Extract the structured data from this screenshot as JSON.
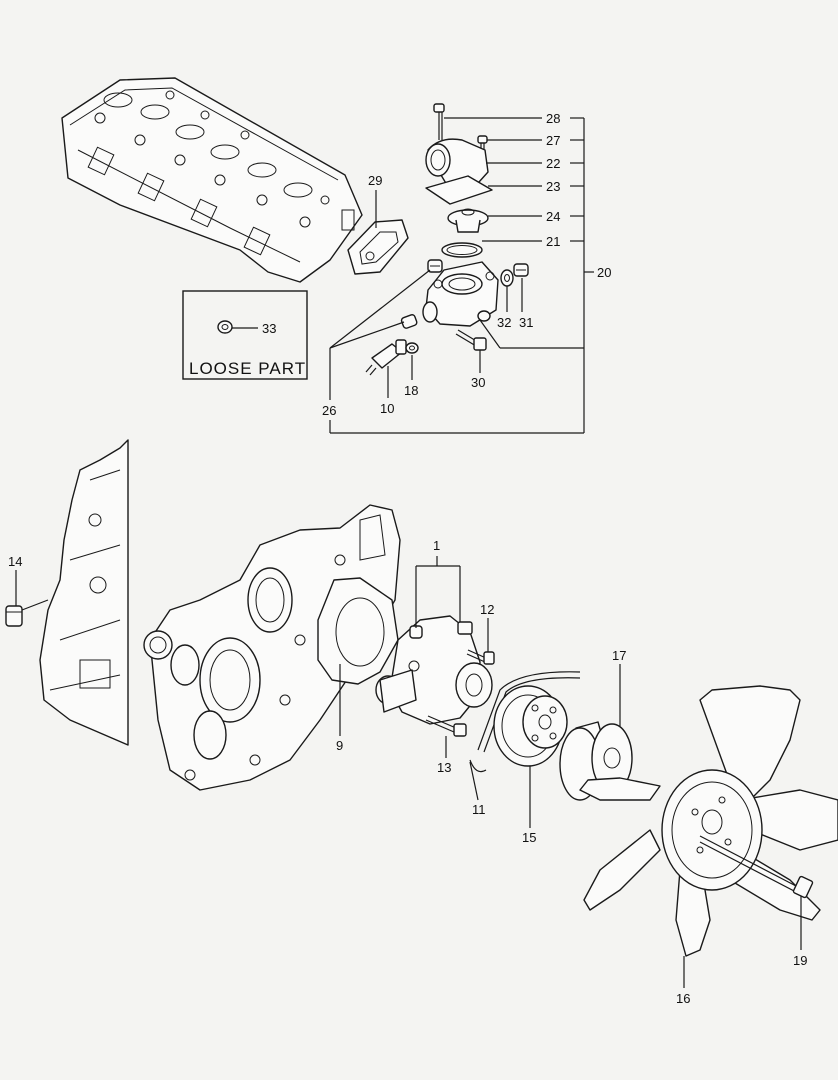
{
  "loose_part_label": "LOOSE PART",
  "callouts": {
    "p1": "1",
    "p9": "9",
    "p10": "10",
    "p11": "11",
    "p12": "12",
    "p13": "13",
    "p14": "14",
    "p15": "15",
    "p16": "16",
    "p17": "17",
    "p18": "18",
    "p19": "19",
    "p20": "20",
    "p21": "21",
    "p22": "22",
    "p23": "23",
    "p24": "24",
    "p26": "26",
    "p27": "27",
    "p28": "28",
    "p29": "29",
    "p30": "30",
    "p31": "31",
    "p32": "32",
    "p33": "33"
  }
}
